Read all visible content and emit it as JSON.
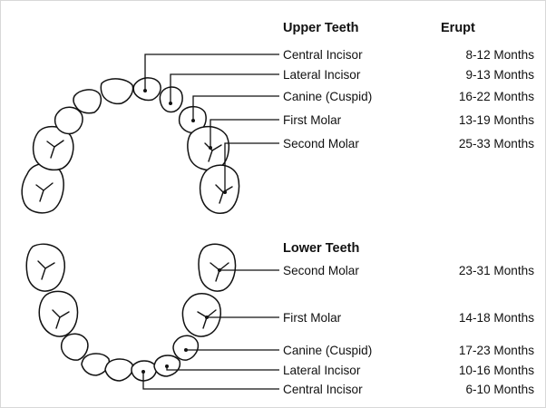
{
  "colors": {
    "background": "#ffffff",
    "ink": "#111111",
    "frame": "#d8d8d8"
  },
  "upper": {
    "title": "Upper Teeth",
    "erupt_header": "Erupt",
    "teeth": [
      {
        "name": "Central Incisor",
        "erupt": "8-12 Months"
      },
      {
        "name": "Lateral Incisor",
        "erupt": "9-13 Months"
      },
      {
        "name": "Canine (Cuspid)",
        "erupt": "16-22 Months"
      },
      {
        "name": "First Molar",
        "erupt": "13-19 Months"
      },
      {
        "name": "Second Molar",
        "erupt": "25-33 Months"
      }
    ]
  },
  "lower": {
    "title": "Lower Teeth",
    "teeth": [
      {
        "name": "Second Molar",
        "erupt": "23-31 Months"
      },
      {
        "name": "First Molar",
        "erupt": "14-18 Months"
      },
      {
        "name": "Canine (Cuspid)",
        "erupt": "17-23 Months"
      },
      {
        "name": "Lateral Incisor",
        "erupt": "10-16 Months"
      },
      {
        "name": "Central Incisor",
        "erupt": "6-10 Months"
      }
    ]
  }
}
